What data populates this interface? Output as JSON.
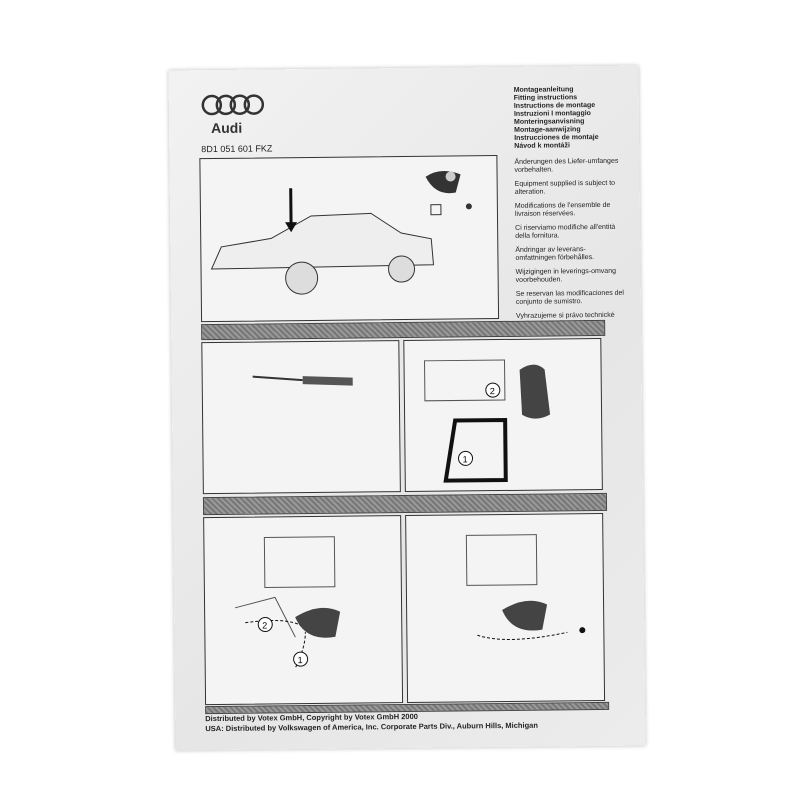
{
  "header": {
    "brand": "Audi",
    "part_number": "8D1 051 601 FKZ"
  },
  "titles": [
    "Montageanleitung",
    "Fitting instructions",
    "Instructions de montage",
    "Instruzioni I montaggio",
    "Monteringsanvisning",
    "Montage-aanwijzing",
    "Instrucciones de montaje",
    "Návod k montáži"
  ],
  "notes": [
    "Änderungen des Liefer-umfanges vorbehalten.",
    "Equipment supplied is subject to alteration.",
    "Modifications de l'ensemble de livraison réservées.",
    "Ci riserviamo modifiche all'entità della fornitura.",
    "Ändringar av leverans-omfattningen förbehålles.",
    "Wijzigingen in leverings-omvang voorbehouden.",
    "Se reservan las modificaciones del conjunto de sumistro.",
    "Vyhrazujeme si právo technické změny dodaného zboží."
  ],
  "steps": {
    "a1": "1",
    "a2": "2",
    "b1": "1",
    "b2": "2"
  },
  "footer": {
    "line1": "Distributed by Votex GmbH, Copyright by Votex GmbH 2000",
    "line2": "USA: Distributed by Volkswagen of America, Inc. Corporate Parts Div., Auburn Hills, Michigan"
  }
}
